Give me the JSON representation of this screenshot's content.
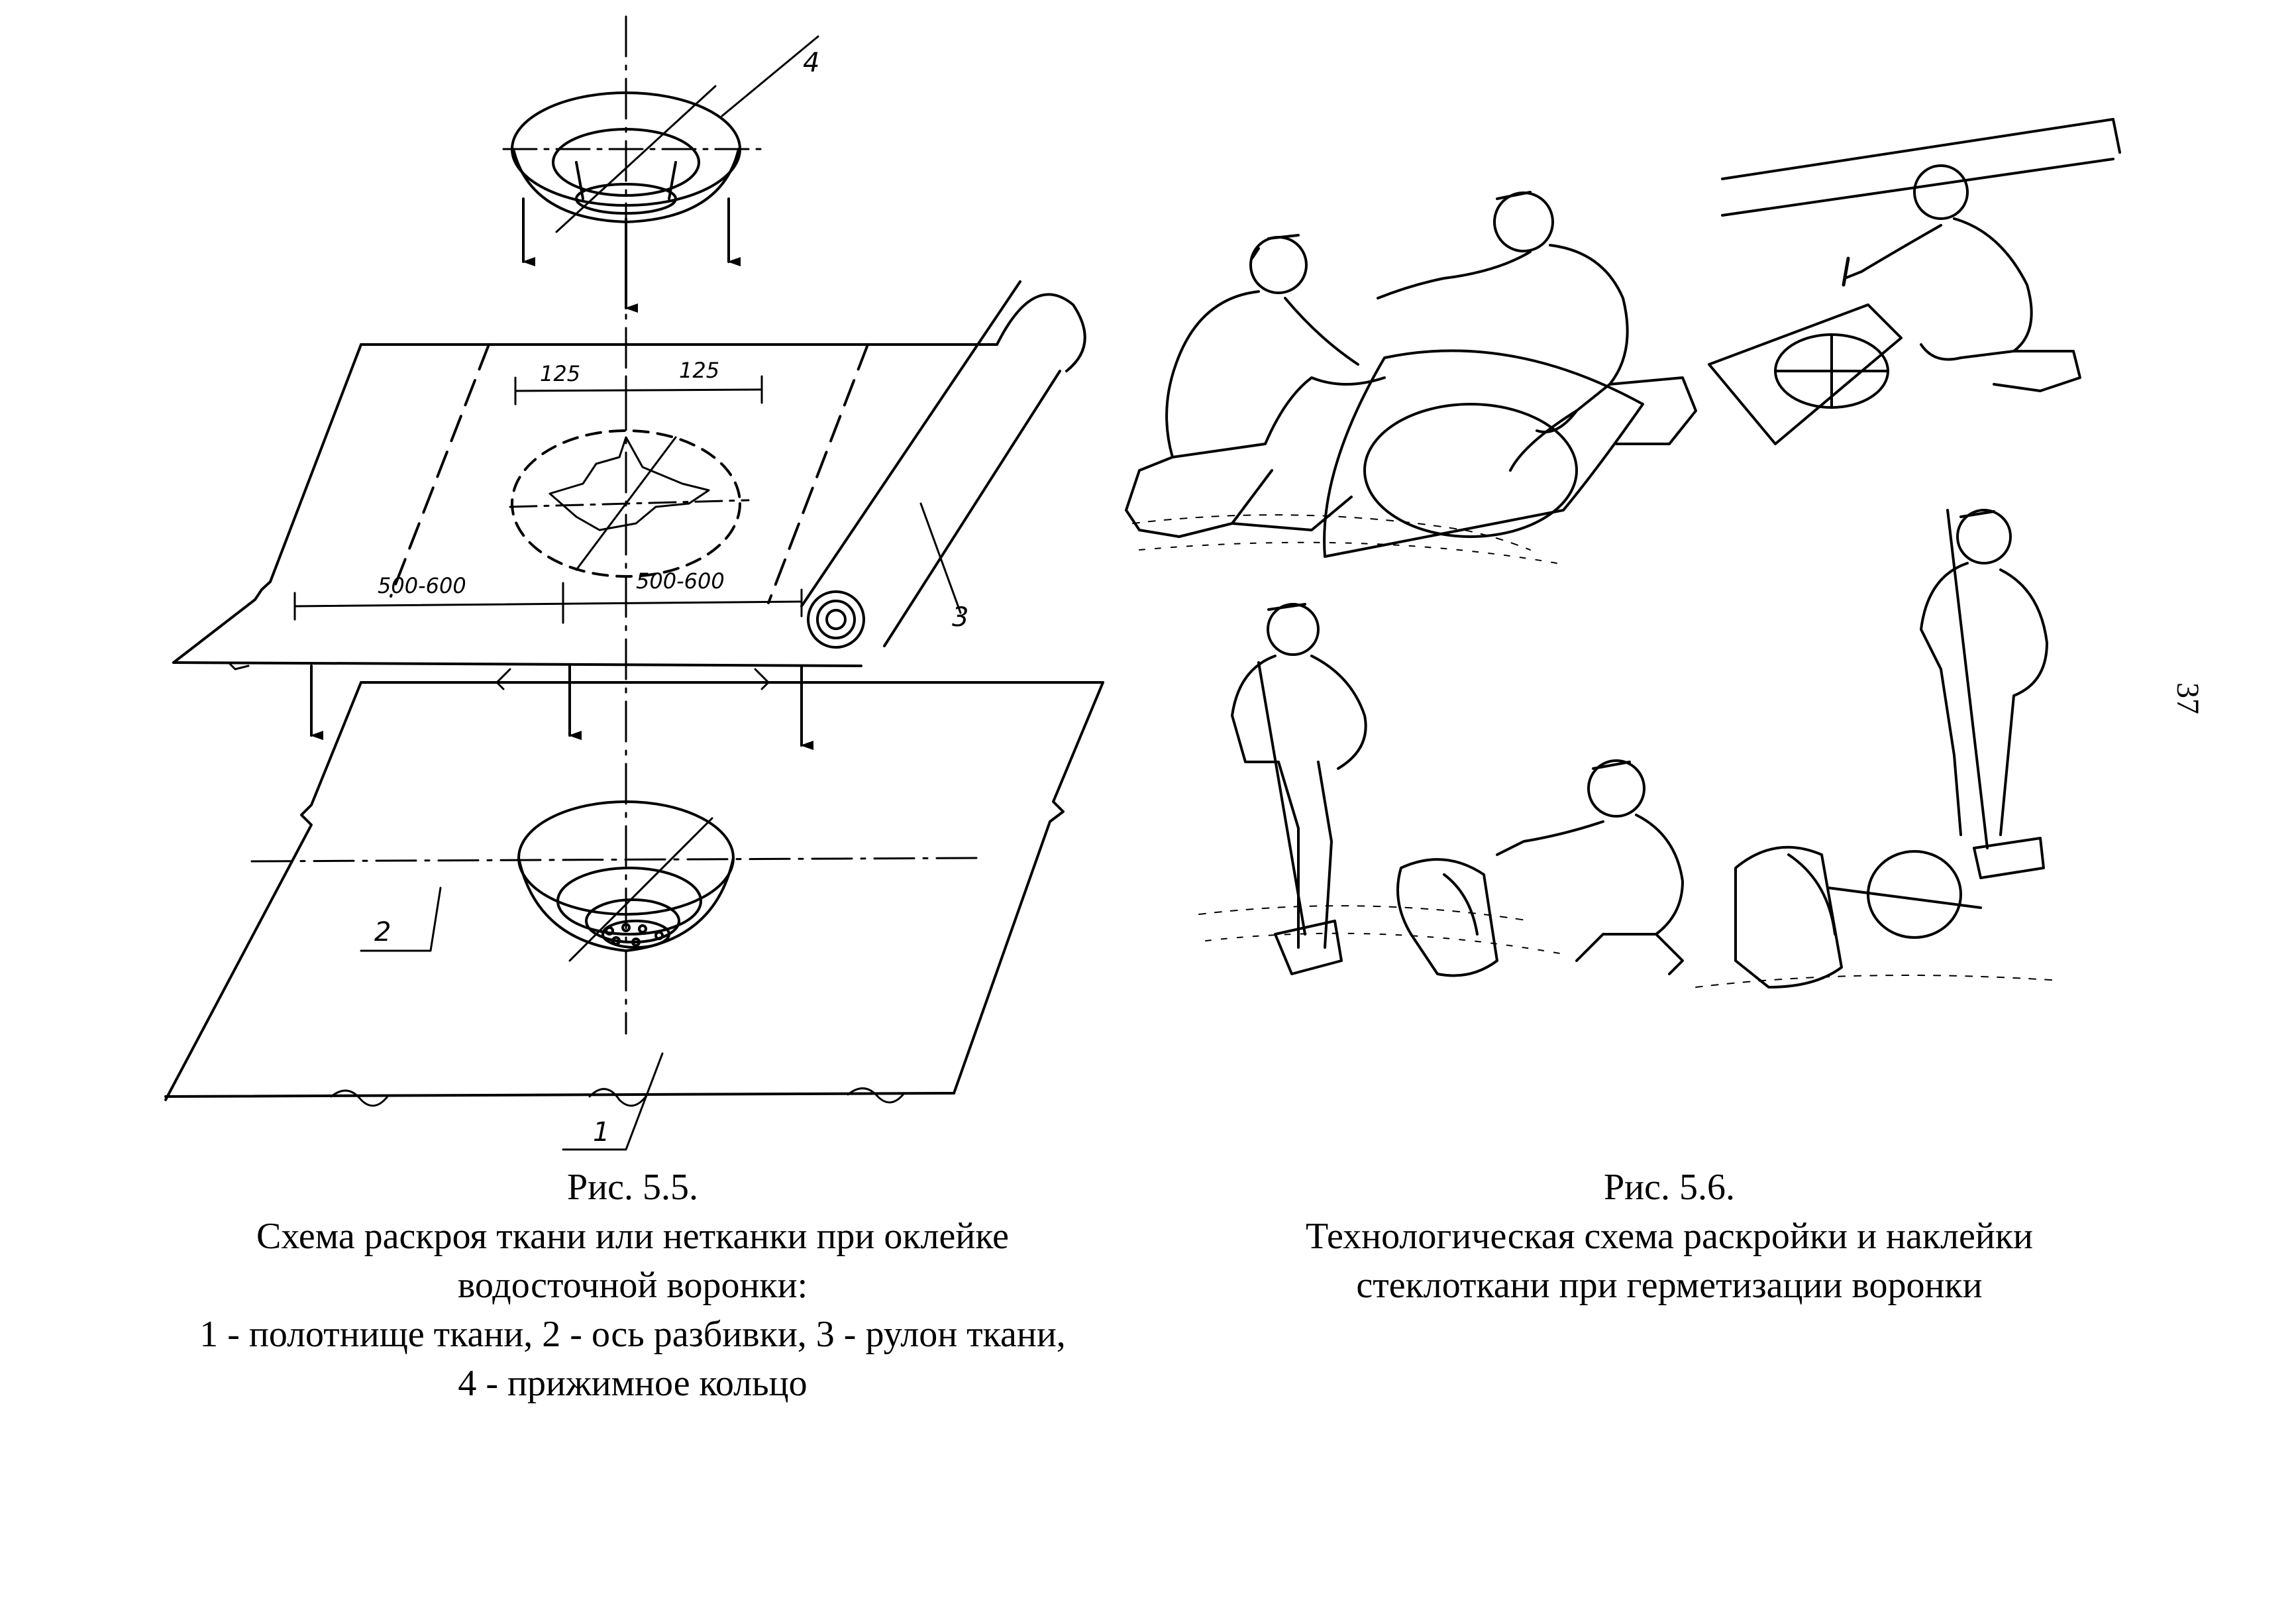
{
  "page_number": "37",
  "figure_5_5": {
    "caption_title": "Рис. 5.5.",
    "caption_lines": [
      "Схема раскроя ткани или нетканки при оклейке",
      "водосточной воронки:",
      "1 - полотнище ткани, 2 - ось разбивки, 3 - рулон ткани,",
      "4 - прижимное кольцо"
    ],
    "labels": {
      "l1": "1",
      "l2": "2",
      "l3": "3",
      "l4": "4"
    },
    "dimensions": {
      "d125_left": "125",
      "d125_right": "125",
      "d500_left": "500-600",
      "d500_right": "500-600"
    }
  },
  "figure_5_6": {
    "caption_title": "Рис. 5.6.",
    "caption_lines": [
      "Технологическая схема раскройки и наклейки",
      "стеклоткани при герметизации воронки"
    ]
  }
}
